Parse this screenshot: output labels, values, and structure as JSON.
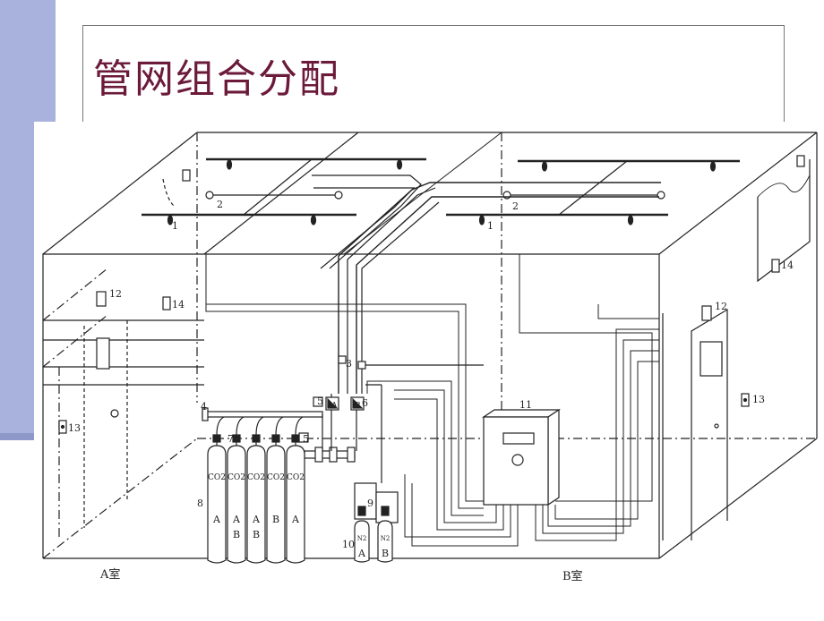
{
  "slide": {
    "title": "管网组合分配",
    "accent_color": "#a9b2dc",
    "title_color": "#6b1a3a"
  },
  "diagram": {
    "rooms": {
      "a": "A室",
      "b": "B室"
    },
    "callouts": {
      "n1": "1",
      "n2": "2",
      "n3": "3",
      "n4": "4",
      "n5": "5",
      "n6": "6",
      "n7": "7",
      "n8": "8",
      "n9": "9",
      "n10": "10",
      "n11": "11",
      "n12": "12",
      "n13": "13",
      "n14": "14"
    },
    "cylinder_gas": "CO2",
    "cylinder_labels": [
      [
        "A"
      ],
      [
        "A",
        "B"
      ],
      [
        "A",
        "B"
      ],
      [
        "B"
      ],
      [
        "A"
      ]
    ],
    "nitrogen_gas": "N2",
    "nitrogen_labels": [
      "A",
      "B"
    ],
    "valve_labels": {
      "a": "A",
      "b": "B"
    }
  }
}
